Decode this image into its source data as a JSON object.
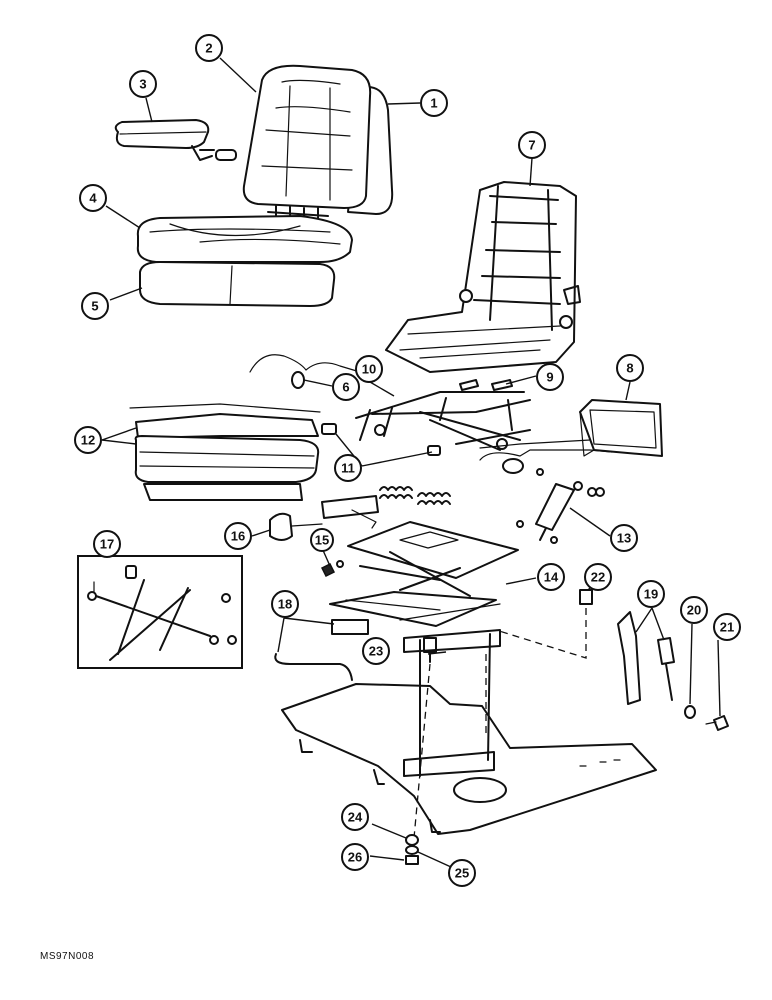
{
  "diagram": {
    "footer_code": "MS97N008",
    "callouts": [
      "1",
      "2",
      "3",
      "4",
      "5",
      "6",
      "7",
      "8",
      "9",
      "10",
      "11",
      "12",
      "13",
      "14",
      "15",
      "16",
      "17",
      "18",
      "19",
      "20",
      "21",
      "22",
      "23",
      "24",
      "25",
      "26"
    ]
  }
}
